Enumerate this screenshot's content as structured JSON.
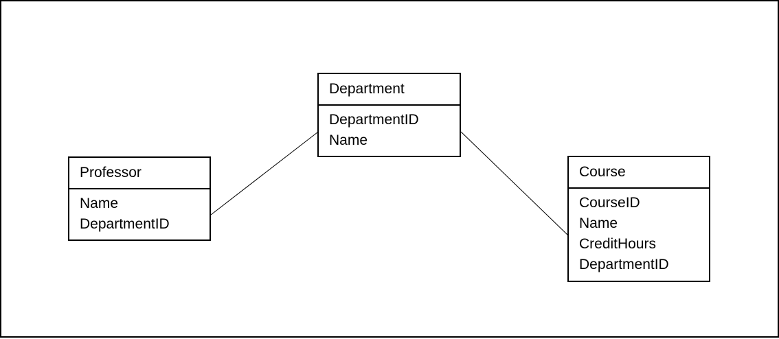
{
  "diagram": {
    "entities": [
      {
        "id": "department",
        "title": "Department",
        "attributes": [
          "DepartmentID",
          "Name"
        ]
      },
      {
        "id": "professor",
        "title": "Professor",
        "attributes": [
          "Name",
          "DepartmentID"
        ]
      },
      {
        "id": "course",
        "title": "Course",
        "attributes": [
          "CourseID",
          "Name",
          "CreditHours",
          "DepartmentID"
        ]
      }
    ],
    "relationships": [
      {
        "from": "professor",
        "to": "department"
      },
      {
        "from": "department",
        "to": "course"
      }
    ],
    "colors": {
      "line": "#000000",
      "background": "#ffffff"
    }
  }
}
